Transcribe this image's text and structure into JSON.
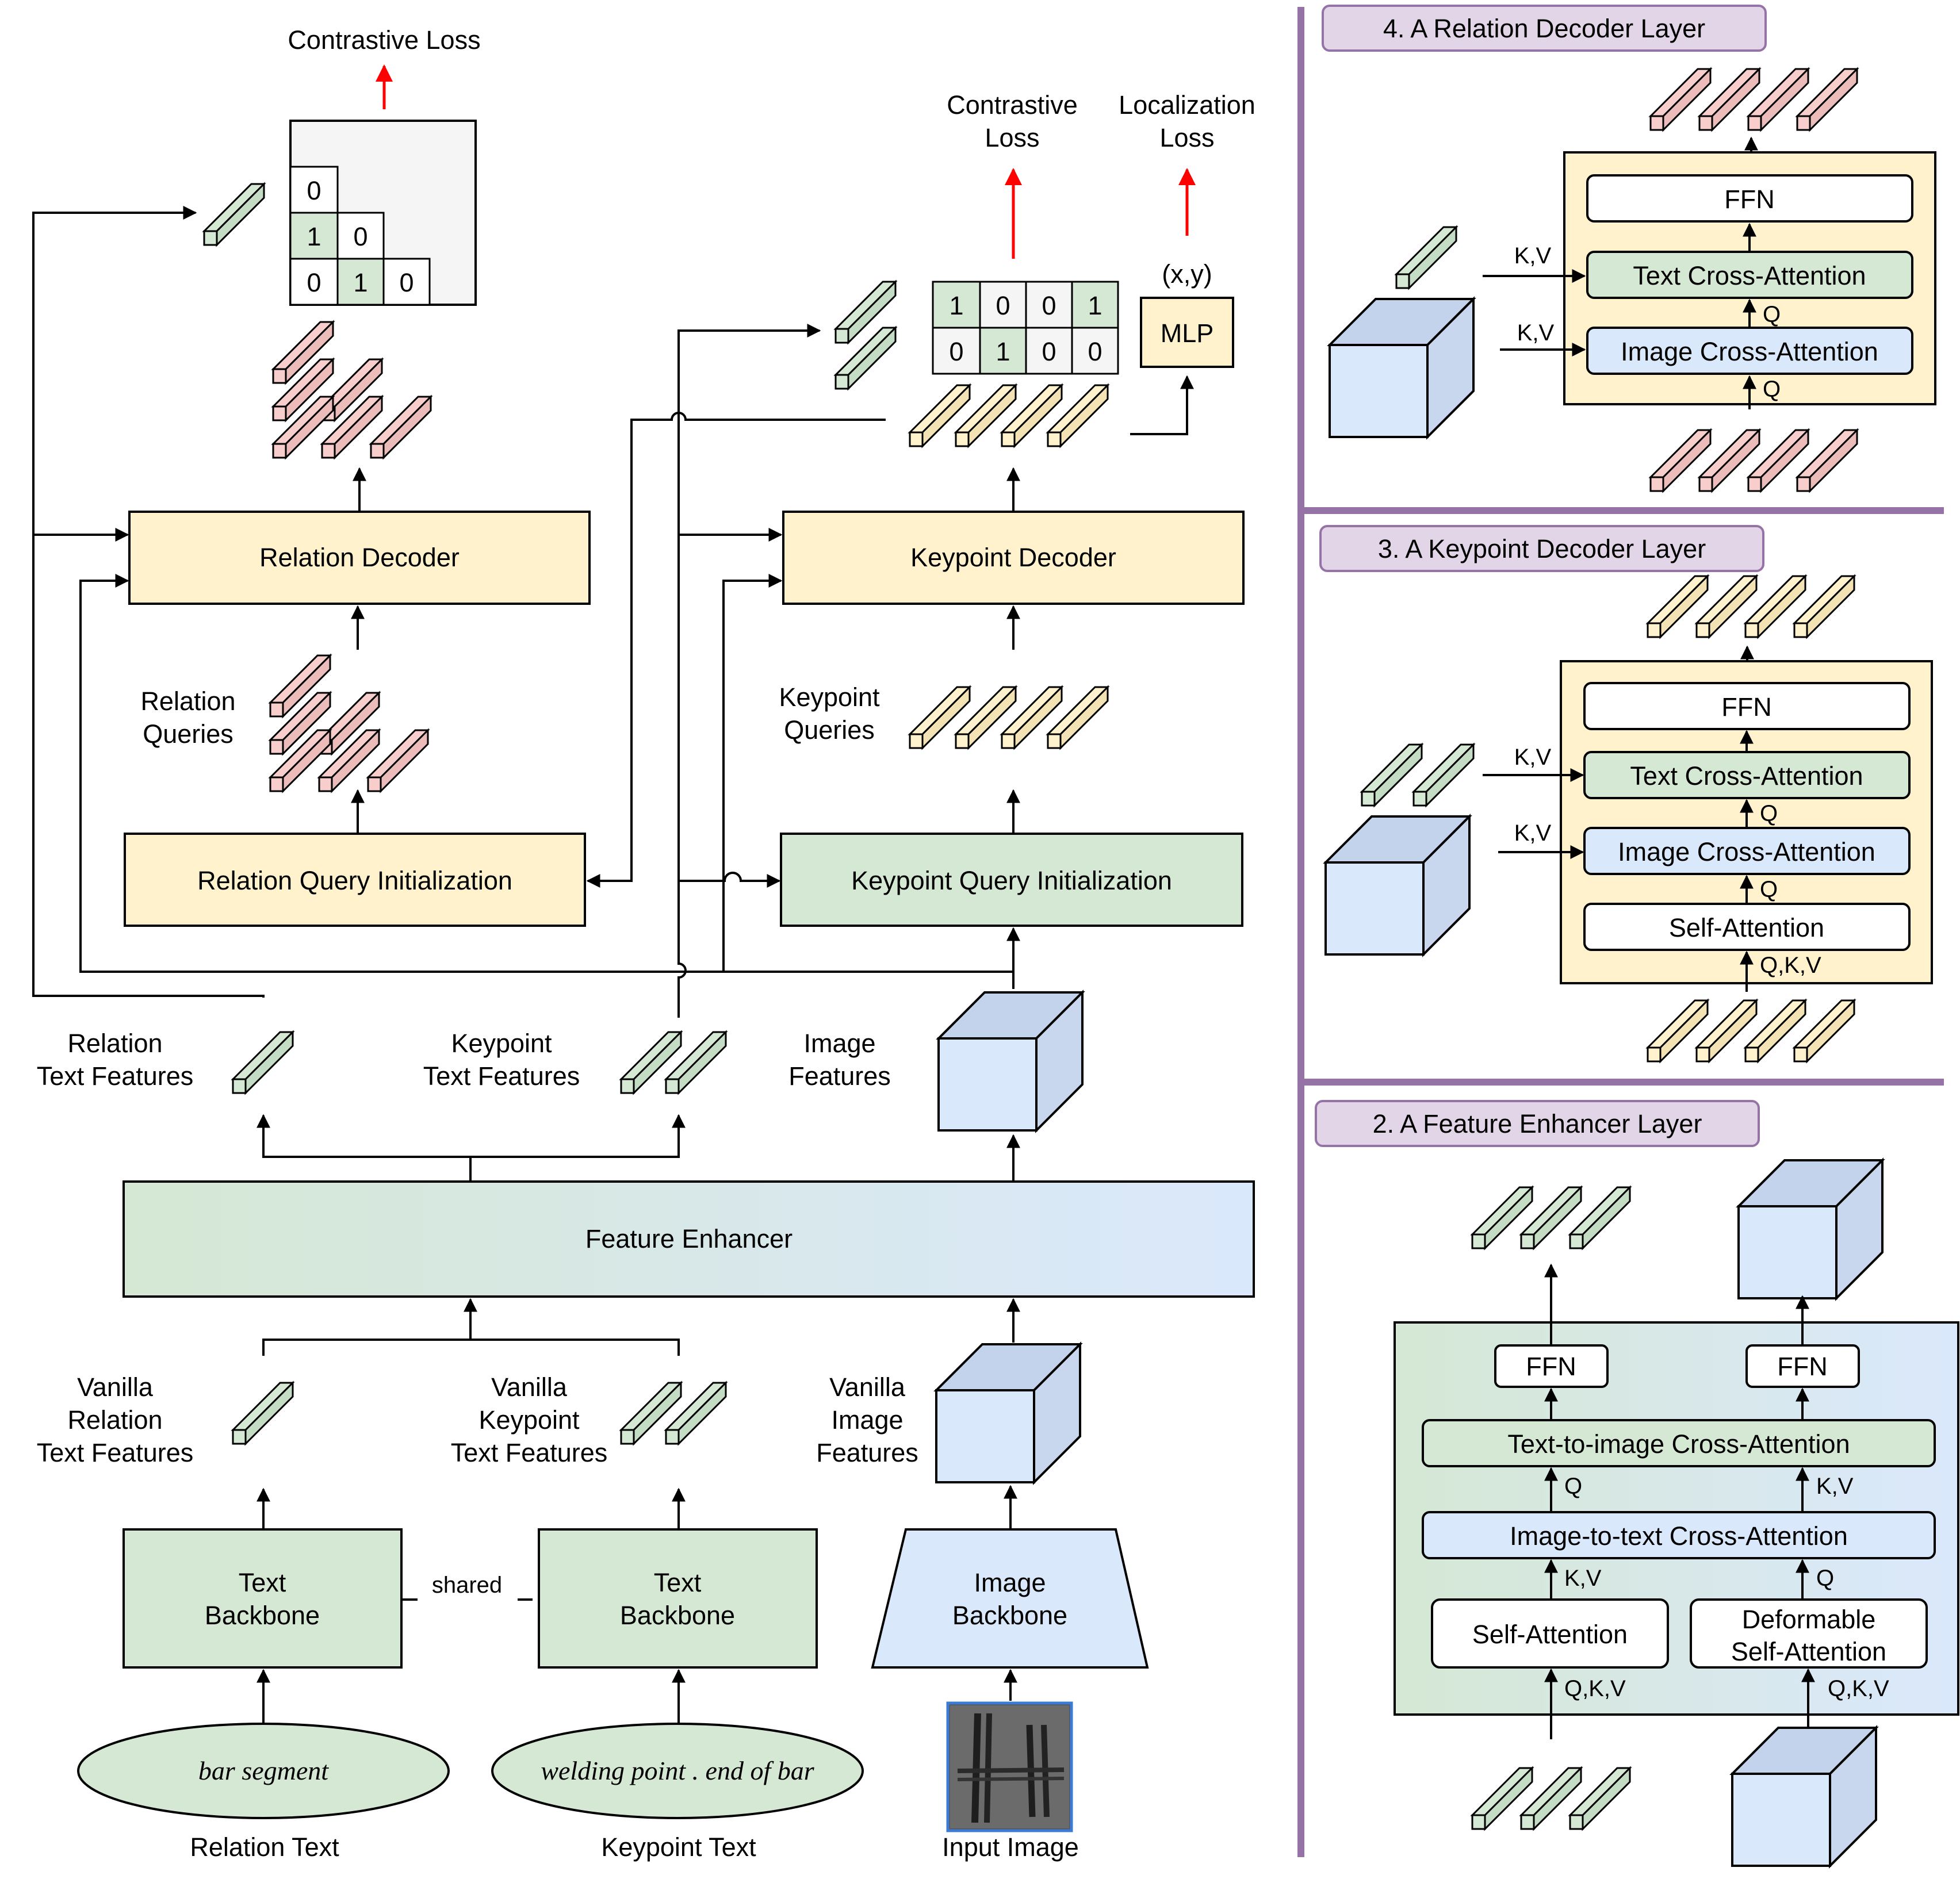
{
  "top_losses": {
    "contrastive_rel": "Contrastive Loss",
    "contrastive_kp_1": "Contrastive",
    "contrastive_kp_2": "Loss",
    "localization_1": "Localization",
    "localization_2": "Loss"
  },
  "relation_matrix": [
    [
      "0"
    ],
    [
      "1",
      "0"
    ],
    [
      "0",
      "1",
      "0"
    ]
  ],
  "keypoint_matrix": [
    [
      "1",
      "0",
      "0",
      "1"
    ],
    [
      "0",
      "1",
      "0",
      "0"
    ]
  ],
  "xy_label": "(x,y)",
  "mlp": "MLP",
  "relation_decoder": "Relation Decoder",
  "keypoint_decoder": "Keypoint Decoder",
  "relation_queries_1": "Relation",
  "relation_queries_2": "Queries",
  "keypoint_queries_1": "Keypoint",
  "keypoint_queries_2": "Queries",
  "relation_query_init": "Relation Query Initialization",
  "keypoint_query_init": "Keypoint Query Initialization",
  "rel_text_feat_1": "Relation",
  "rel_text_feat_2": "Text Features",
  "kp_text_feat_1": "Keypoint",
  "kp_text_feat_2": "Text Features",
  "img_feat_1": "Image",
  "img_feat_2": "Features",
  "feature_enhancer": "Feature Enhancer",
  "van_rel_1": "Vanilla",
  "van_rel_2": "Relation",
  "van_rel_3": "Text Features",
  "van_kp_1": "Vanilla",
  "van_kp_2": "Keypoint",
  "van_kp_3": "Text Features",
  "van_img_1": "Vanilla",
  "van_img_2": "Image",
  "van_img_3": "Features",
  "text_backbone_1": "Text",
  "text_backbone_2": "Backbone",
  "shared": "shared",
  "image_backbone_1": "Image",
  "image_backbone_2": "Backbone",
  "relation_text_input": "bar segment",
  "keypoint_text_input": "welding point . end of bar",
  "relation_text": "Relation Text",
  "keypoint_text": "Keypoint Text",
  "input_image": "Input Image",
  "panel4": {
    "title": "4. A Relation Decoder Layer",
    "ffn": "FFN",
    "text_ca": "Text Cross-Attention",
    "img_ca": "Image Cross-Attention",
    "kv": "K,V",
    "q": "Q"
  },
  "panel3": {
    "title": "3. A Keypoint Decoder Layer",
    "ffn": "FFN",
    "text_ca": "Text Cross-Attention",
    "img_ca": "Image Cross-Attention",
    "self_attn": "Self-Attention",
    "kv": "K,V",
    "q": "Q",
    "qkv": "Q,K,V"
  },
  "panel2": {
    "title": "2. A Feature Enhancer Layer",
    "ffn": "FFN",
    "t2i": "Text-to-image Cross-Attention",
    "i2t": "Image-to-text Cross-Attention",
    "self_attn": "Self-Attention",
    "deform_1": "Deformable",
    "deform_2": "Self-Attention",
    "q": "Q",
    "kv": "K,V",
    "qkv": "Q,K,V"
  },
  "colors": {
    "green": "#d5e8d4",
    "cream": "#fff2cc",
    "blue": "#dae8fc",
    "pink": "#f8cecc",
    "purple": "#e1d5e7",
    "purple_line": "#9673a6",
    "red_arrow": "#ff0000"
  }
}
